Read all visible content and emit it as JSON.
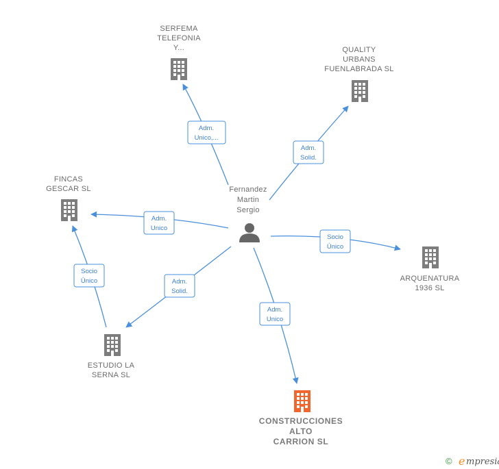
{
  "colors": {
    "edge": "#4a8fdc",
    "company": "#7d7d7d",
    "main_company": "#f2662e",
    "person": "#666666",
    "label": "#6b6b6b"
  },
  "person": {
    "name_lines": [
      "Fernandez",
      "Martin",
      "Sergio"
    ],
    "icon": "person-icon"
  },
  "companies": [
    {
      "id": "serfema",
      "lines": [
        "SERFEMA",
        "TELEFONIA",
        "Y..."
      ],
      "icon": "building-icon"
    },
    {
      "id": "quality",
      "lines": [
        "QUALITY",
        "URBANS",
        "FUENLABRADA SL"
      ],
      "icon": "building-icon"
    },
    {
      "id": "fincas",
      "lines": [
        "FINCAS",
        "GESCAR SL"
      ],
      "icon": "building-icon"
    },
    {
      "id": "arquenatura",
      "lines": [
        "ARQUENATURA",
        "1936  SL"
      ],
      "icon": "building-icon"
    },
    {
      "id": "estudio",
      "lines": [
        "ESTUDIO LA",
        "SERNA SL"
      ],
      "icon": "building-icon"
    },
    {
      "id": "construcciones",
      "lines": [
        "CONSTRUCCIONES",
        "ALTO",
        "CARRION  SL"
      ],
      "icon": "building-icon",
      "main": true
    }
  ],
  "relations": [
    {
      "id": "r-serfema",
      "lines": [
        "Adm.",
        "Unico,..."
      ]
    },
    {
      "id": "r-quality",
      "lines": [
        "Adm.",
        "Solid."
      ]
    },
    {
      "id": "r-fincas",
      "lines": [
        "Adm.",
        "Unico"
      ]
    },
    {
      "id": "r-arquenatura",
      "lines": [
        "Socio",
        "Único"
      ]
    },
    {
      "id": "r-estudio",
      "lines": [
        "Adm.",
        "Solid."
      ]
    },
    {
      "id": "r-construcciones",
      "lines": [
        "Adm.",
        "Unico"
      ]
    },
    {
      "id": "r-estudio-fincas",
      "lines": [
        "Socio",
        "Único"
      ]
    }
  ],
  "watermark": {
    "copyright": "©",
    "brand_initial": "e",
    "brand_rest": "mpresia"
  }
}
